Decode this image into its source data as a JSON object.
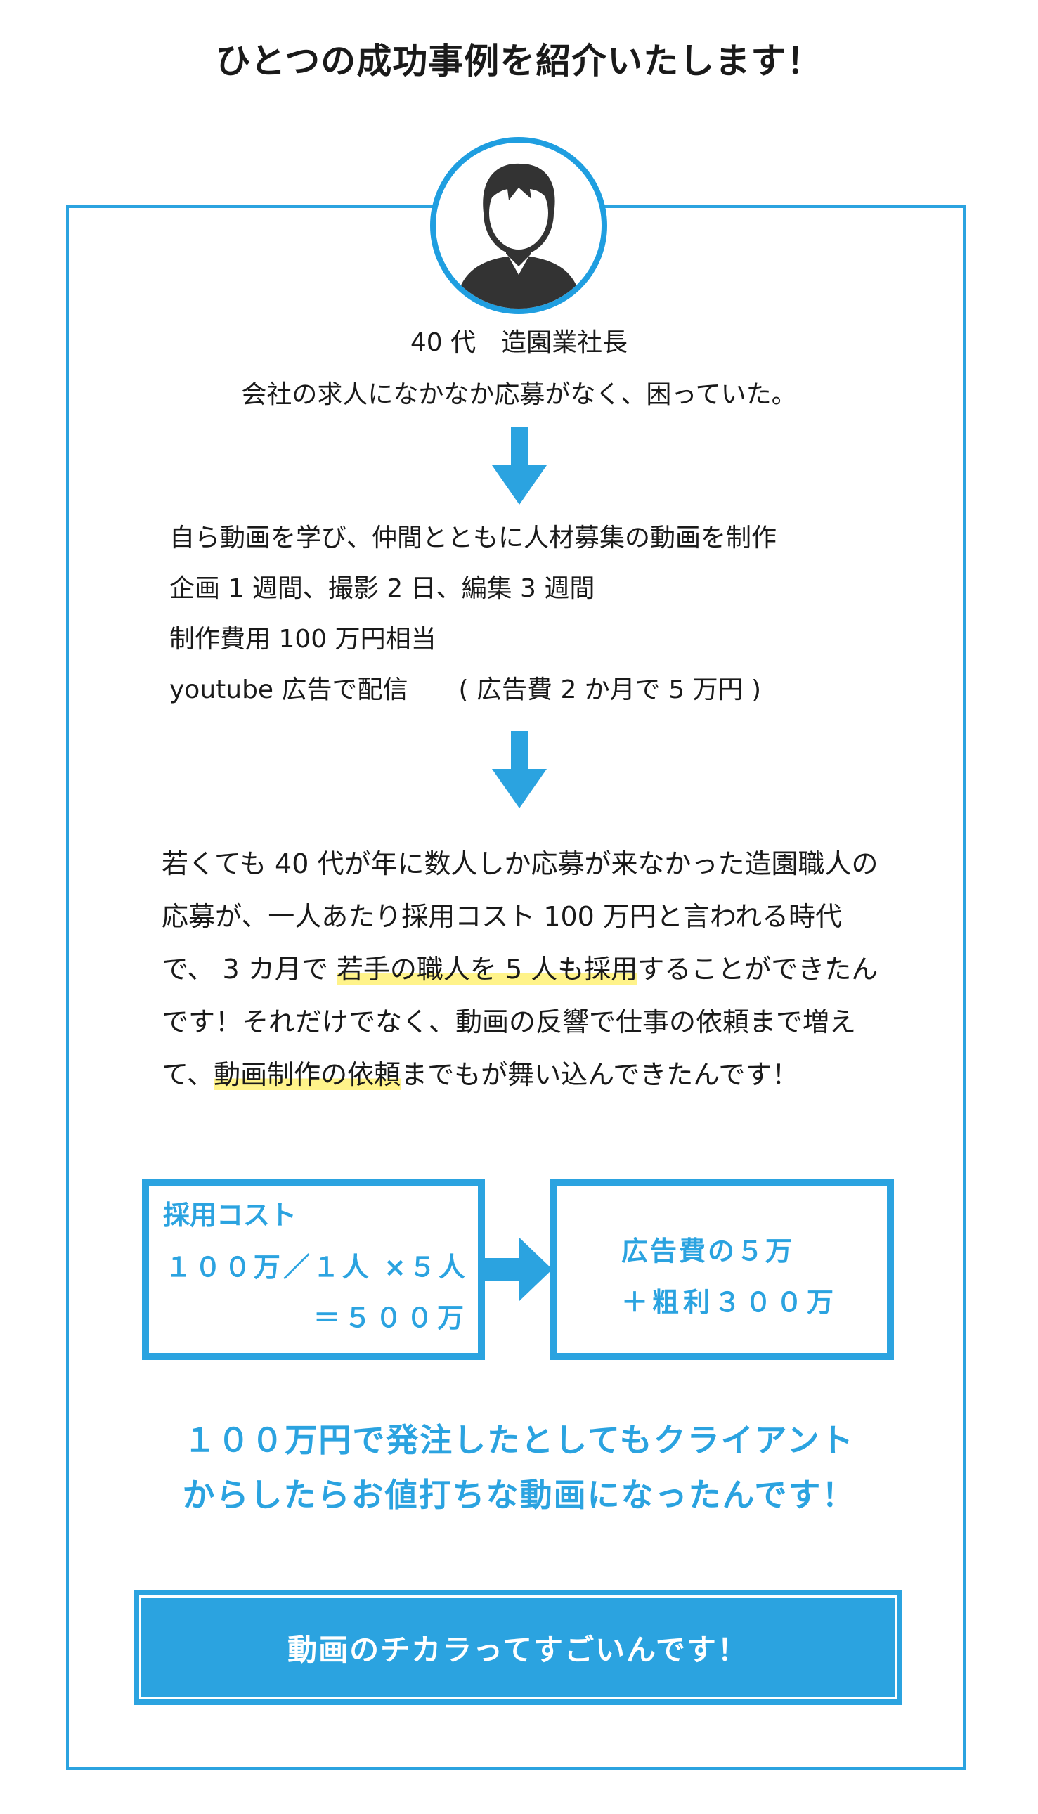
{
  "heading": "ひとつの成功事例を紹介いたします！",
  "person": {
    "label": "40 代　造園業社長",
    "problem": "会社の求人になかなか応募がなく、困っていた。"
  },
  "steps": [
    "自ら動画を学び、仲間とともに人材募集の動画を制作",
    "企画 1 週間、撮影 2 日、編集 3 週間",
    "制作費用 100 万円相当",
    "youtube 広告で配信　　( 広告費 2 か月で 5 万円 )"
  ],
  "story": {
    "part1": "若くても 40 代が年に数人しか応募が来なかった造園職人の応募が、一人あたり採用コスト 100 万円と言われる時代で、 3 カ月で ",
    "highlight1": "若手の職人を 5 人も採用",
    "part2": "することができたんです！それだけでなく、動画の反響で仕事の依頼まで増えて、",
    "highlight2": "動画制作の依頼",
    "part3": "までもが舞い込んできたんです！"
  },
  "cost_box": {
    "title": "採用コスト",
    "line1": "１００万／１人 ×５人",
    "line2": "＝５００万"
  },
  "result_box": {
    "line1": "広告費の５万",
    "line2": "＋粗利３００万"
  },
  "conclusion": {
    "line1": "１００万円で発注したとしてもクライアント",
    "line2": "からしたらお値打ちな動画になったんです！"
  },
  "cta_label": "動画のチカラってすごいんです！",
  "colors": {
    "accent": "#2ba3e0",
    "highlight": "#fff38a",
    "text": "#1a1a1a"
  },
  "icons": [
    "person-avatar-icon",
    "arrow-down-icon",
    "arrow-right-icon"
  ]
}
